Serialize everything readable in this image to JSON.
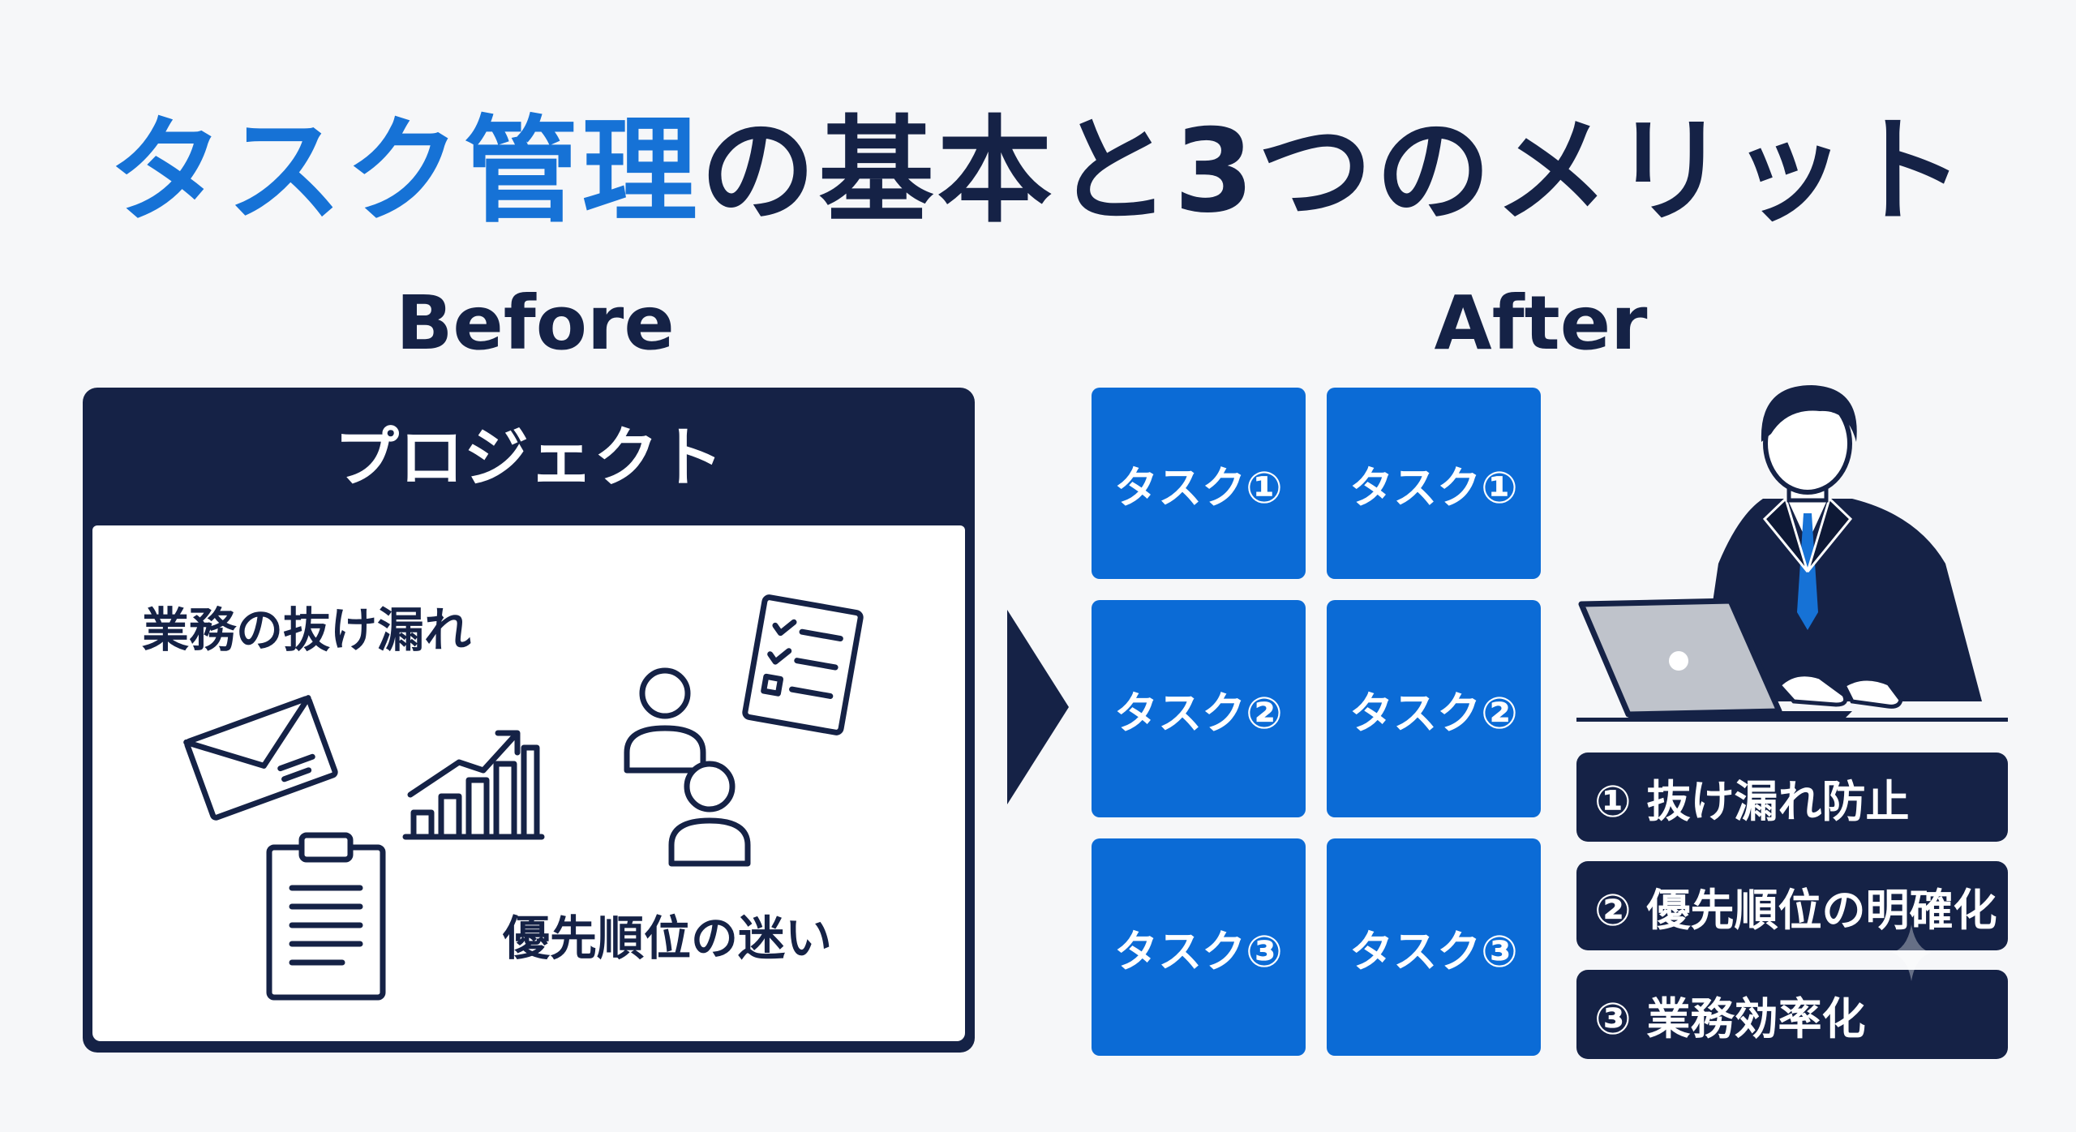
{
  "title": {
    "highlight": "タスク管理",
    "rest": "の基本と3つのメリット"
  },
  "before": {
    "heading": "Before",
    "panel_title": "プロジェクト",
    "problems": [
      "業務の抜け漏れ",
      "優先順位の迷い"
    ],
    "icons": [
      "envelope-icon",
      "bar-chart-rising-icon",
      "clipboard-icon",
      "checklist-icon",
      "people-icon"
    ]
  },
  "after": {
    "heading": "After",
    "tasks": [
      "タスク①",
      "タスク①",
      "タスク②",
      "タスク②",
      "タスク③",
      "タスク③"
    ],
    "benefits": [
      "① 抜け漏れ防止",
      "② 優先順位の明確化",
      "③ 業務効率化"
    ],
    "illustration": "businessman-laptop-icon"
  },
  "colors": {
    "navy": "#152246",
    "blue": "#1672d6",
    "tile_blue": "#0b6bd6",
    "background": "#f6f7f9"
  }
}
